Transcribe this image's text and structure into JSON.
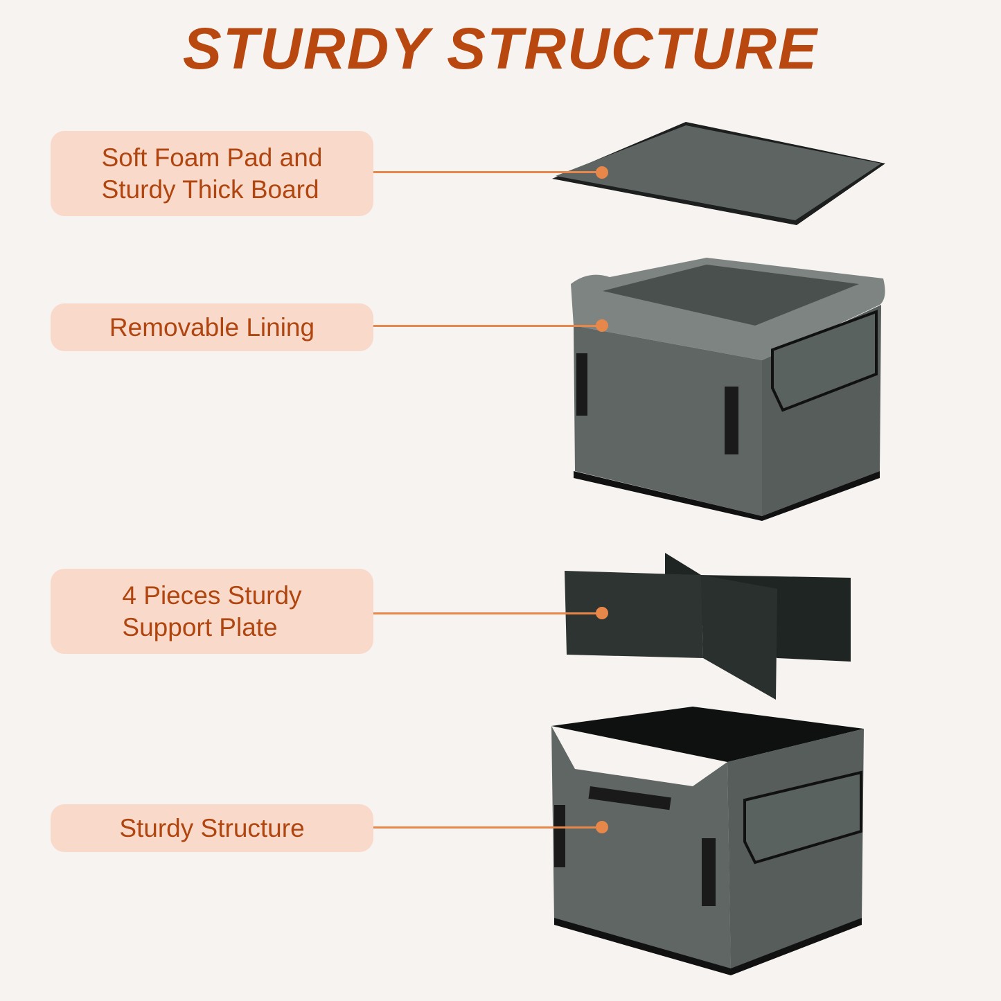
{
  "title": "STURDY STRUCTURE",
  "colors": {
    "title": "#b8480f",
    "label_bg": "#f9d9c9",
    "connector": "#e8874a",
    "background": "#f7f3f1"
  },
  "callouts": [
    {
      "lines": [
        "Soft Foam Pad and",
        "Sturdy Thick Board"
      ]
    },
    {
      "lines": [
        "Removable Lining"
      ]
    },
    {
      "lines": [
        "4 Pieces Sturdy",
        "Support Plate"
      ]
    },
    {
      "lines": [
        "Sturdy Structure"
      ]
    }
  ]
}
